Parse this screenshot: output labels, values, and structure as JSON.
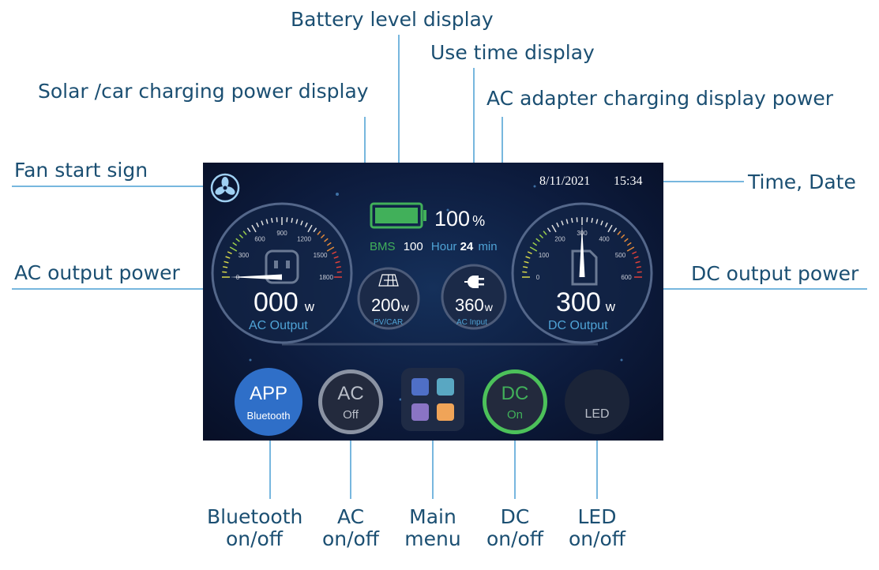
{
  "annotations": {
    "battery_level": "Battery level display",
    "use_time": "Use time display",
    "solar_car": "Solar /car charging power display",
    "ac_adapter": "AC adapter charging display power",
    "fan_start": "Fan start sign",
    "time_date": "Time, Date",
    "ac_output_power": "AC output power",
    "dc_output_power": "DC output power",
    "bluetooth": [
      "Bluetooth",
      "on/off"
    ],
    "ac_toggle": [
      "AC",
      "on/off"
    ],
    "main_menu": [
      "Main",
      "menu"
    ],
    "dc_toggle": [
      "DC",
      "on/off"
    ],
    "led_toggle": [
      "LED",
      "on/off"
    ]
  },
  "screen": {
    "date": "8/11/2021",
    "time": "15:34",
    "battery_percent_value": "100",
    "battery_percent_unit": "%",
    "battery_fill_fraction": 1.0,
    "bms_label": "BMS",
    "bms_value": "100",
    "hour_label": "Hour",
    "hour_value": "24",
    "min_label": "min",
    "ac_output": {
      "value": "000",
      "unit": "w",
      "label": "AC Output",
      "gauge_ticks": [
        "0",
        "300",
        "600",
        "900",
        "1200",
        "1500",
        "1800"
      ],
      "needle_value": 0,
      "gauge_max": 1800
    },
    "dc_output": {
      "value": "300",
      "unit": "w",
      "label": "DC Output",
      "gauge_ticks": [
        "0",
        "100",
        "200",
        "300",
        "400",
        "500",
        "600"
      ],
      "needle_value": 300,
      "gauge_max": 600
    },
    "pv_car": {
      "value": "200",
      "unit": "w",
      "label": "PV/CAR"
    },
    "ac_input": {
      "value": "360",
      "unit": "w",
      "label": "AC Input"
    },
    "buttons": {
      "app_label": "APP",
      "app_sub": "Bluetooth",
      "ac_label": "AC",
      "ac_state": "Off",
      "dc_label": "DC",
      "dc_state": "On",
      "led_label": "LED"
    },
    "menu_colors": [
      "#4f6fc6",
      "#59a7c2",
      "#8a74c4",
      "#f0a458"
    ],
    "colors": {
      "accent_blue": "#4fa3d6",
      "battery_green": "#41b05a",
      "dc_on_green": "#4cc15a"
    }
  }
}
